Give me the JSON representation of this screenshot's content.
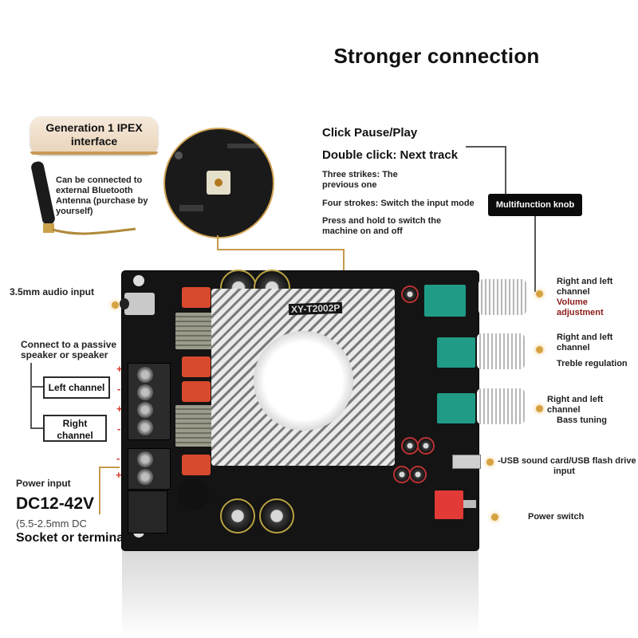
{
  "title": "Stronger connection",
  "ipex": {
    "badge_line1": "Generation 1 IPEX",
    "badge_line2": "interface",
    "desc_line1": "Can be connected to",
    "desc_line2": "external Bluetooth",
    "desc_line3": "Antenna (purchase by",
    "desc_line4": "yourself)"
  },
  "knob_functions": {
    "click": "Click Pause/Play",
    "double": "Double click: Next track",
    "three_line1": "Three strikes: The",
    "three_line2": "previous one",
    "four": "Four strokes: Switch the input mode",
    "hold_line1": "Press and hold to switch the",
    "hold_line2": "machine on and off",
    "box_label": "Multifunction knob"
  },
  "left_labels": {
    "audio_input": "3.5mm audio input",
    "passive_line1": "Connect to a passive",
    "passive_line2": "speaker or speaker",
    "left_channel": "Left channel",
    "right_channel_line1": "Right",
    "right_channel_line2": "channel",
    "plus": "+",
    "minus": "-",
    "power_input": "Power input",
    "voltage": "DC12-42V",
    "socket_size": "(5.5-2.5mm DC",
    "socket_terminal": "Socket or terminal)"
  },
  "right_labels": {
    "volume_ch_line1": "Right and left",
    "volume_ch_line2": "channel",
    "volume_line1": "Volume",
    "volume_line2": "adjustment",
    "treble_ch_line1": "Right and left",
    "treble_ch_line2": "channel",
    "treble": "Treble regulation",
    "bass_ch": "Right and left channel",
    "bass": "Bass tuning",
    "usb_line1": "-USB sound card/USB flash drive",
    "usb_line2": "input",
    "power_switch": "Power switch"
  },
  "board": {
    "model": "XY-T2002P"
  },
  "colors": {
    "accent_gold": "#d6a241",
    "volume_text": "#8b1a1a",
    "board": "#141414"
  }
}
